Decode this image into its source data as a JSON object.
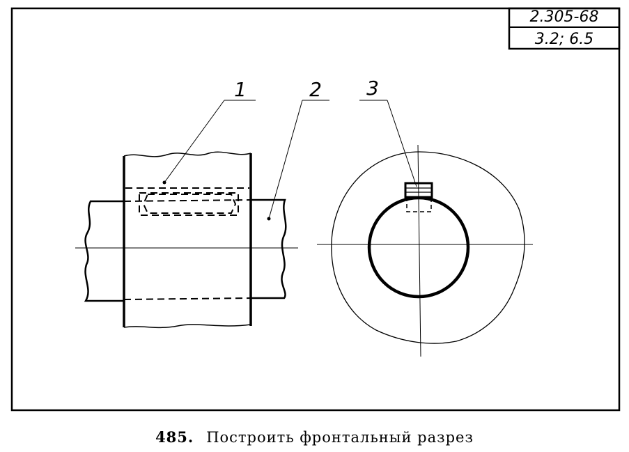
{
  "stamp": {
    "code": "2.305-68",
    "sections": "3.2; 6.5"
  },
  "labels": {
    "part1": "1",
    "part2": "2",
    "part3": "3"
  },
  "caption": {
    "number": "485.",
    "text": "Построить фронтальный разрез"
  }
}
